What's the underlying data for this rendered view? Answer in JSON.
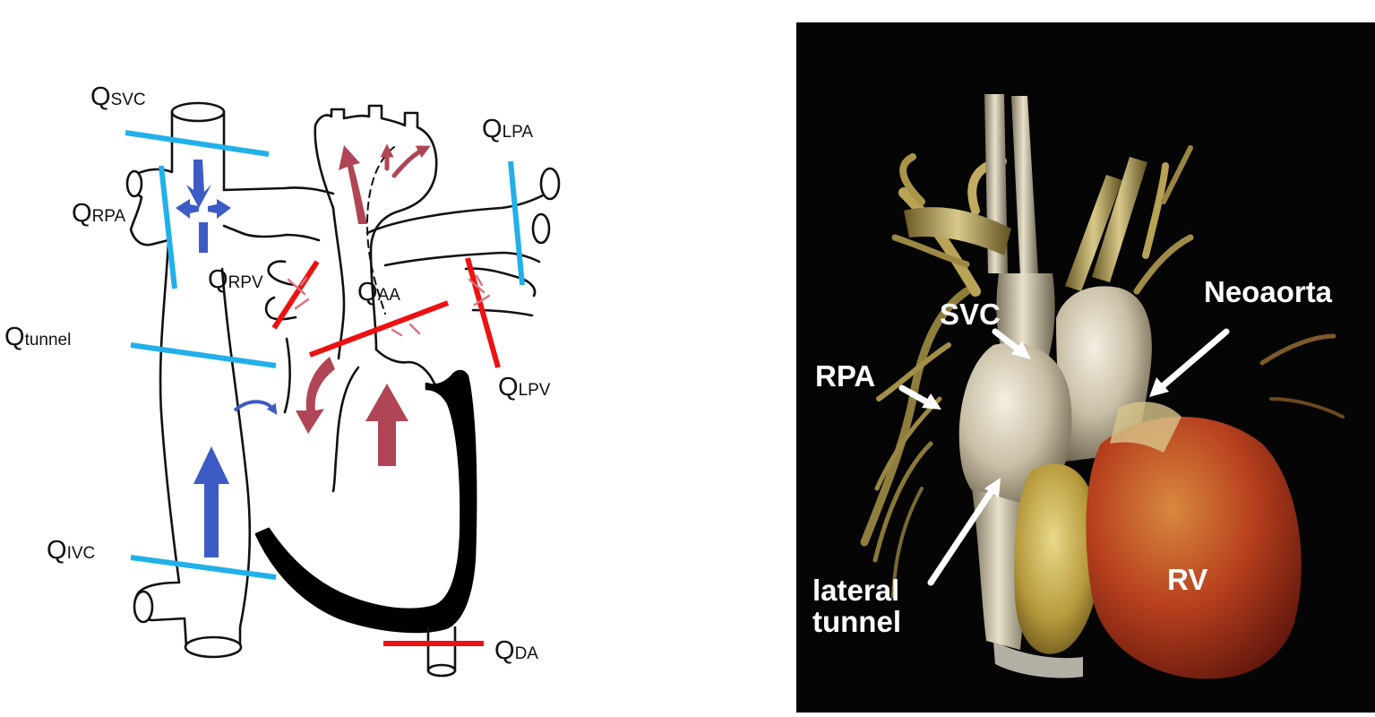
{
  "flow_labels": {
    "svc": {
      "main": "Q",
      "sub": "SVC"
    },
    "rpa": {
      "main": "Q",
      "sub": "RPA"
    },
    "lpa": {
      "main": "Q",
      "sub": "LPA"
    },
    "rpv": {
      "main": "Q",
      "sub": "RPV"
    },
    "aa": {
      "main": "Q",
      "sub": "AA"
    },
    "tunnel": {
      "main": "Q",
      "sub": "tunnel"
    },
    "lpv": {
      "main": "Q",
      "sub": "LPV"
    },
    "ivc": {
      "main": "Q",
      "sub": "IVC"
    },
    "da": {
      "main": "Q",
      "sub": "DA"
    }
  },
  "ct_labels": {
    "svc": "SVC",
    "neoaorta": "Neoaorta",
    "rpa": "RPA",
    "lateral_tunnel_line1": "lateral",
    "lateral_tunnel_line2": "tunnel",
    "rv": "RV"
  },
  "colors": {
    "venous_measure": "#22b0ea",
    "arterial_measure": "#ee1111",
    "venous_arrow": "#3d5bc4",
    "arterial_arrow": "#b04555",
    "outline": "#111111",
    "ct_background": "#050505"
  }
}
